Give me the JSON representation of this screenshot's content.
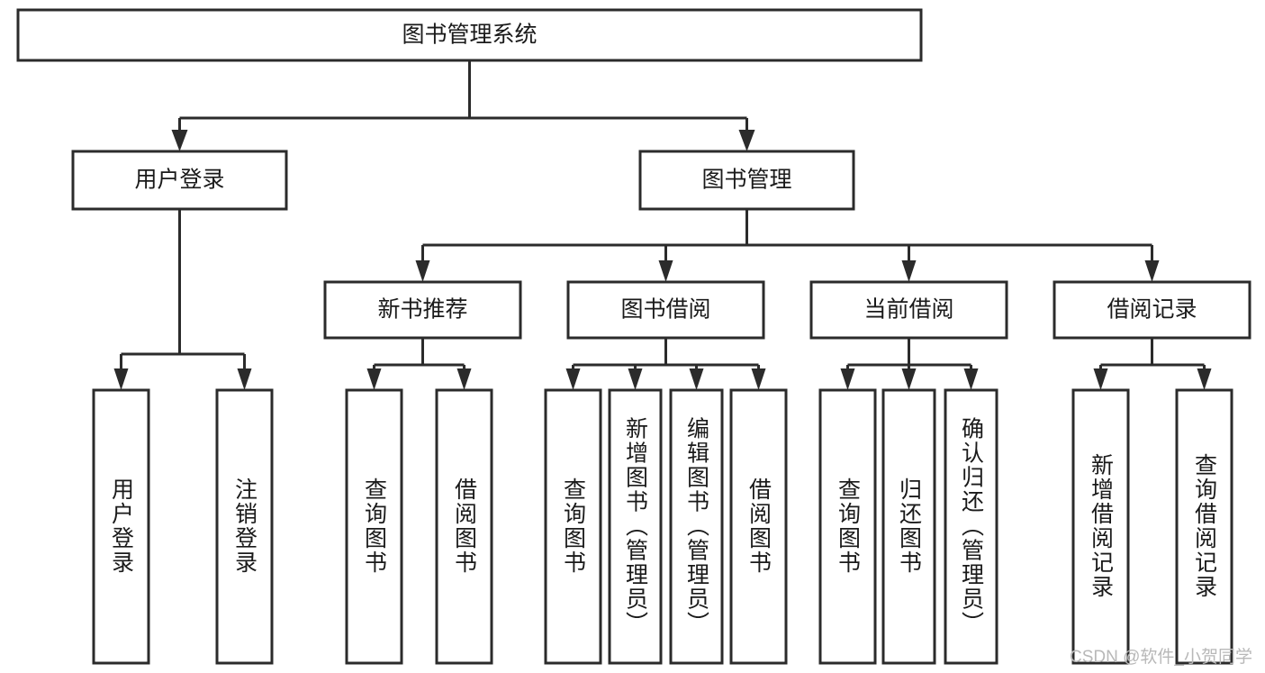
{
  "diagram": {
    "type": "hierarchy-tree",
    "title": "图书管理系统",
    "watermark": "CSDN @软件_小贺同学",
    "colors": {
      "box_stroke": "#2b2b2b",
      "box_fill": "#ffffff",
      "text": "#1a1a1a",
      "background": "#ffffff",
      "watermark": "#b8b8b8"
    },
    "levels": {
      "level1": [
        {
          "id": "root",
          "label": "图书管理系统",
          "orientation": "horizontal"
        }
      ],
      "level2": [
        {
          "id": "user-login",
          "label": "用户登录",
          "orientation": "horizontal",
          "parent": "root"
        },
        {
          "id": "book-manage",
          "label": "图书管理",
          "orientation": "horizontal",
          "parent": "root"
        }
      ],
      "level3": [
        {
          "id": "new-book-recommend",
          "label": "新书推荐",
          "orientation": "horizontal",
          "parent": "book-manage"
        },
        {
          "id": "book-borrow",
          "label": "图书借阅",
          "orientation": "horizontal",
          "parent": "book-manage"
        },
        {
          "id": "current-borrow",
          "label": "当前借阅",
          "orientation": "horizontal",
          "parent": "book-manage"
        },
        {
          "id": "borrow-record",
          "label": "借阅记录",
          "orientation": "horizontal",
          "parent": "book-manage"
        }
      ],
      "level4": [
        {
          "id": "leaf-user-login",
          "label": "用户登录",
          "orientation": "vertical",
          "parent": "user-login"
        },
        {
          "id": "leaf-logout",
          "label": "注销登录",
          "orientation": "vertical",
          "parent": "user-login"
        },
        {
          "id": "leaf-query-book-1",
          "label": "查询图书",
          "orientation": "vertical",
          "parent": "new-book-recommend"
        },
        {
          "id": "leaf-borrow-book-1",
          "label": "借阅图书",
          "orientation": "vertical",
          "parent": "new-book-recommend"
        },
        {
          "id": "leaf-query-book-2",
          "label": "查询图书",
          "orientation": "vertical",
          "parent": "book-borrow"
        },
        {
          "id": "leaf-add-book",
          "label": "新增图书（管理员）",
          "orientation": "vertical",
          "parent": "book-borrow"
        },
        {
          "id": "leaf-edit-book",
          "label": "编辑图书（管理员）",
          "orientation": "vertical",
          "parent": "book-borrow"
        },
        {
          "id": "leaf-borrow-book-2",
          "label": "借阅图书",
          "orientation": "vertical",
          "parent": "book-borrow"
        },
        {
          "id": "leaf-query-book-3",
          "label": "查询图书",
          "orientation": "vertical",
          "parent": "current-borrow"
        },
        {
          "id": "leaf-return-book",
          "label": "归还图书",
          "orientation": "vertical",
          "parent": "current-borrow"
        },
        {
          "id": "leaf-confirm-return",
          "label": "确认归还（管理员）",
          "orientation": "vertical",
          "parent": "current-borrow"
        },
        {
          "id": "leaf-add-record",
          "label": "新增借阅记录",
          "orientation": "vertical",
          "parent": "borrow-record"
        },
        {
          "id": "leaf-query-record",
          "label": "查询借阅记录",
          "orientation": "vertical",
          "parent": "borrow-record"
        }
      ]
    }
  }
}
